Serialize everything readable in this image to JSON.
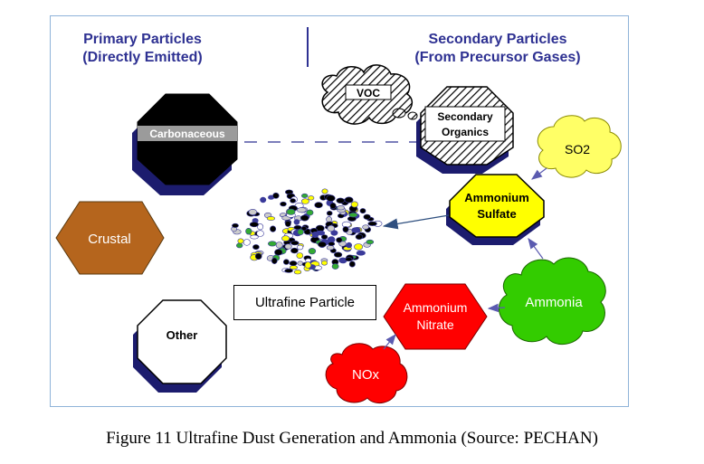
{
  "headers": {
    "primary_line1": "Primary Particles",
    "primary_line2": "(Directly Emitted)",
    "secondary_line1": "Secondary Particles",
    "secondary_line2": "(From Precursor Gases)"
  },
  "nodes": {
    "carbonaceous": "Carbonaceous",
    "crustal": "Crustal",
    "other": "Other",
    "voc": "VOC",
    "secondary_organics_line1": "Secondary",
    "secondary_organics_line2": "Organics",
    "so2": "SO2",
    "ammonium_sulfate_line1": "Ammonium",
    "ammonium_sulfate_line2": "Sulfate",
    "ammonia": "Ammonia",
    "ammonium_nitrate_line1": "Ammonium",
    "ammonium_nitrate_line2": "Nitrate",
    "nox": "NOx",
    "ultrafine_particle": "Ultrafine Particle"
  },
  "caption": "Figure 11 Ultrafine Dust Generation and Ammonia (Source: PECHAN)",
  "colors": {
    "header_text": "#2e3192",
    "crustal": "#b5651d",
    "so2": "#ffff66",
    "ammonium_sulfate": "#ffff00",
    "ammonia": "#33cc00",
    "ammonium_nitrate": "#ff0000",
    "nox": "#ff0000",
    "arrow": "#5b5bb0"
  }
}
